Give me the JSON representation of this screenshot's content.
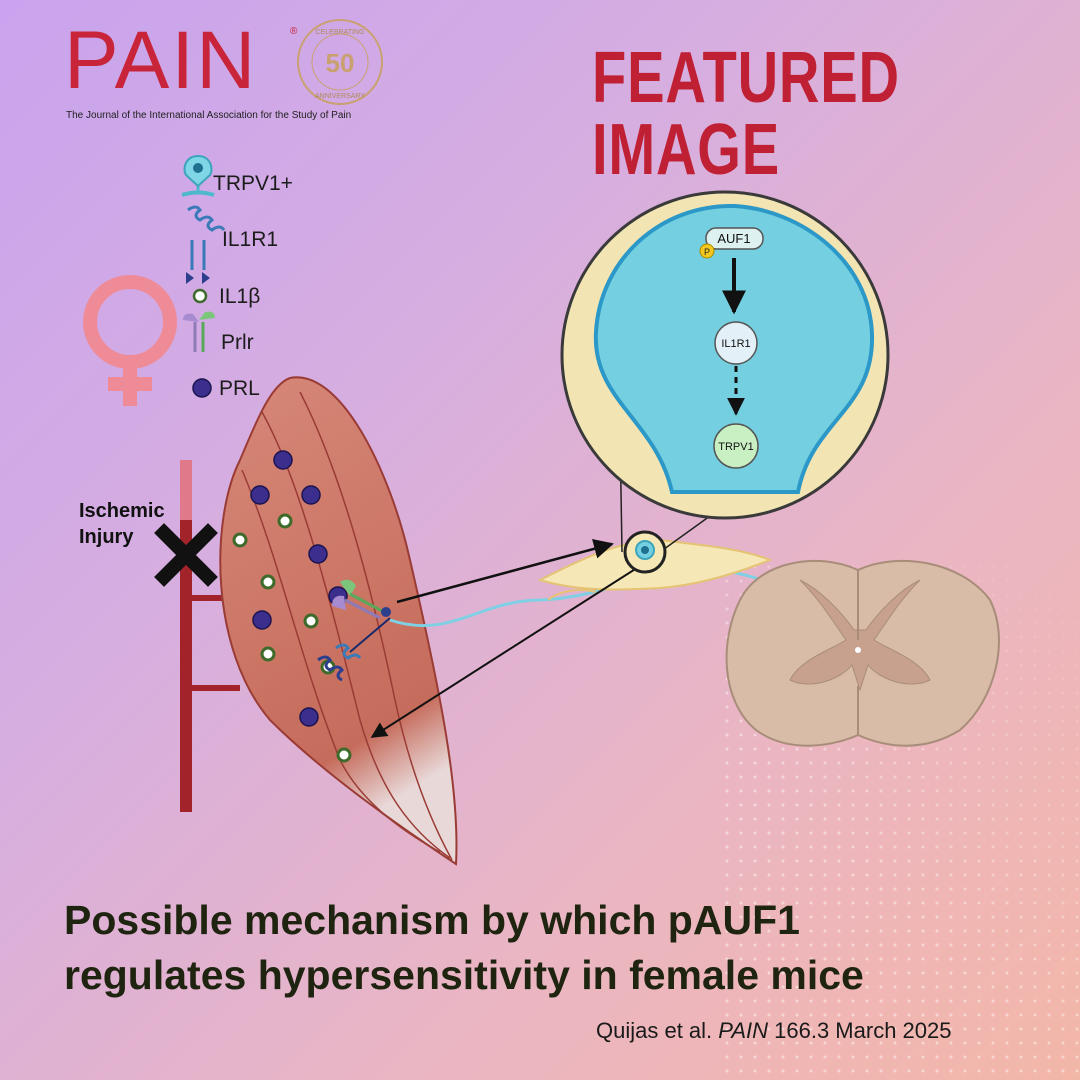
{
  "header": {
    "logo_text": "PAIN",
    "logo_registered": "®",
    "logo_badge_top": "CELEBRATING",
    "logo_badge_number": "50",
    "logo_badge_bottom": "ANNIVERSARY",
    "logo_subtitle": "The Journal of the International Association for the Study of Pain",
    "banner": "FEATURED IMAGE"
  },
  "legend": {
    "items": [
      {
        "label": "TRPV1+",
        "icon": "neuron-icon"
      },
      {
        "label": "IL1R1",
        "icon": "receptor-icon"
      },
      {
        "label": "IL1β",
        "icon": "open-circle-icon"
      },
      {
        "label": "Prlr",
        "icon": "prolactin-receptor-icon"
      },
      {
        "label": "PRL",
        "icon": "purple-ball-icon"
      }
    ]
  },
  "diagram": {
    "injury_label_line1": "Ischemic",
    "injury_label_line2": "Injury",
    "inset": {
      "auf1": "AUF1",
      "phospho": "P",
      "il1r1": "IL1R1",
      "trpv1": "TRPV1"
    }
  },
  "colors": {
    "brand_red": "#c8243a",
    "neuron_cyan": "#74cfe0",
    "muscle": "#d07a6a",
    "prl_purple": "#3b2e8c"
  },
  "footer": {
    "title_line1": "Possible mechanism by which pAUF1",
    "title_line2": "regulates hypersensitivity in female mice",
    "citation_authors": "Quijas et al.",
    "citation_journal": "PAIN",
    "citation_rest": "166.3 March 2025"
  }
}
